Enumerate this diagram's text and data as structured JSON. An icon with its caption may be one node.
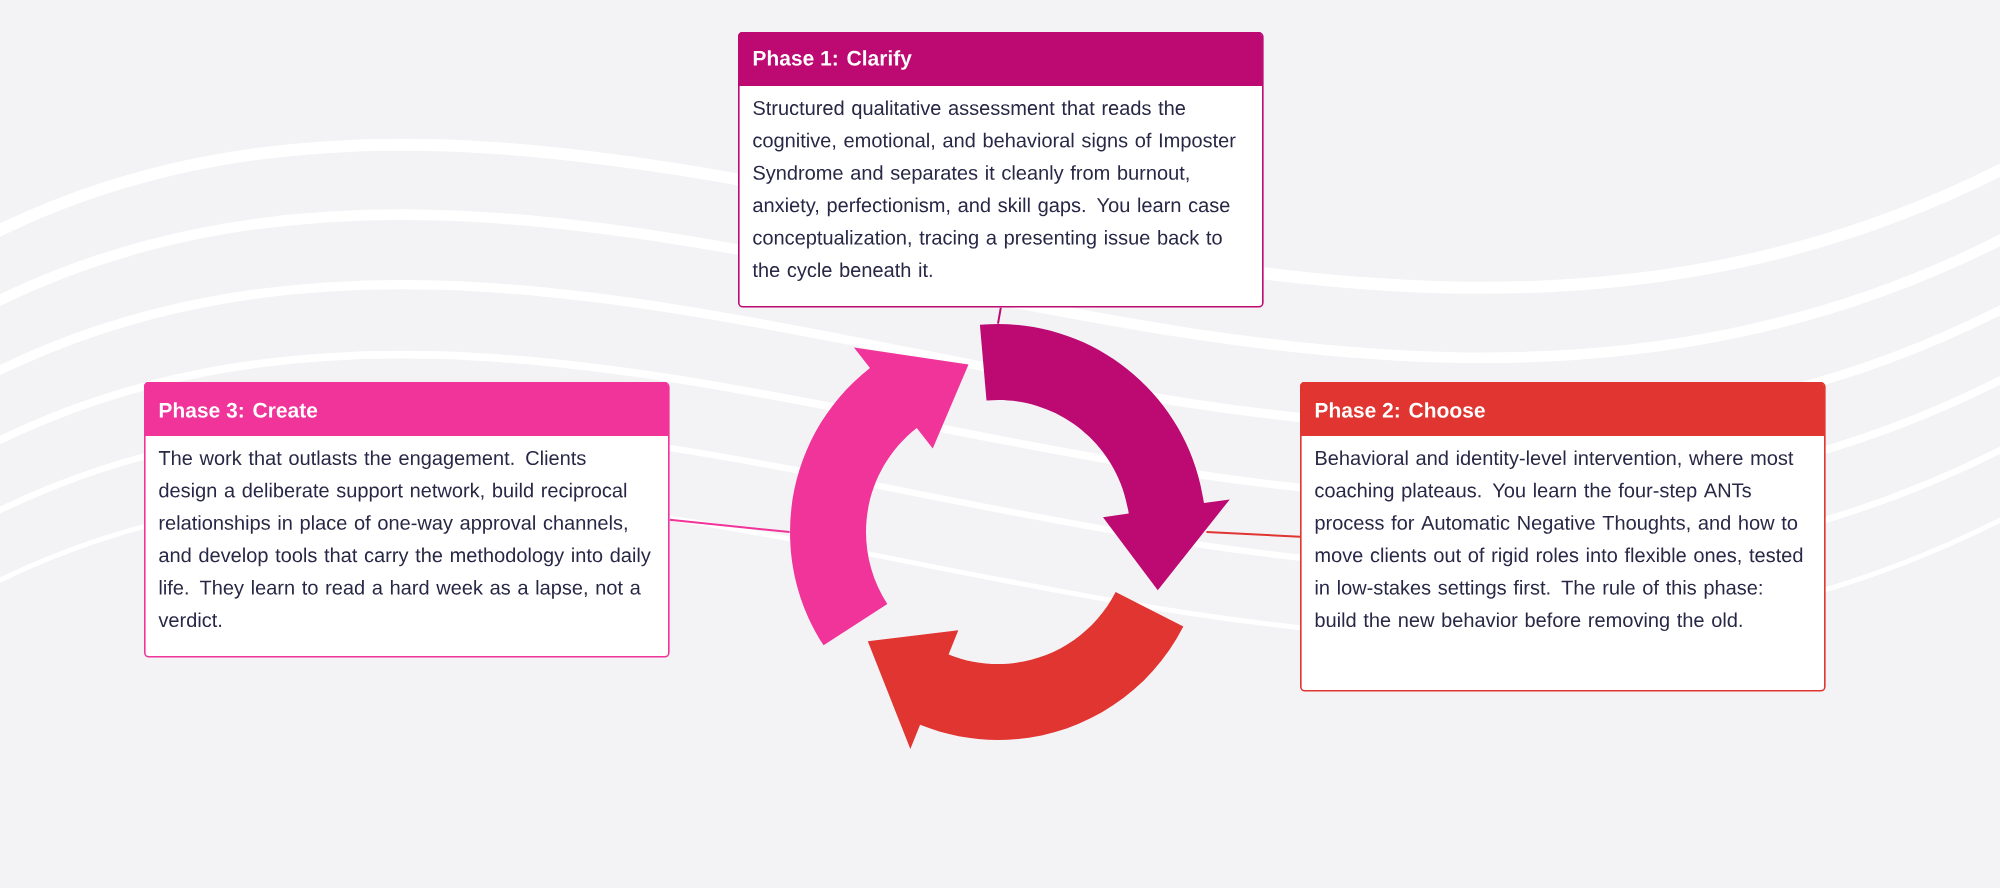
{
  "diagram": {
    "nodes": [
      {
        "text": [
          "Phase 1: Clarify",
          "Structured qualitative assessment that reads the cognitive, emotional, and behavioral signs of Imposter Syndrome and separates it cleanly from burnout, anxiety, perfectionism, and skill gaps. You learn case conceptualization, tracing a presenting issue back to the cycle beneath it."
        ]
      },
      {
        "text": [
          "Phase 3: Create",
          "The work that outlasts the engagement. Clients design a deliberate support network, build reciprocal relationships in place of one-way approval channels, and develop tools that carry the methodology into daily life. They learn to read a hard week as a lapse, not a verdict."
        ]
      },
      {
        "text": [
          "Phase 2: Choose",
          "Behavioral and identity-level intervention, where most coaching plateaus. You learn the four-step ANTs process for Automatic Negative Thoughts, and how to move clients out of rigid roles into flexible ones, tested in low-stakes settings first. The rule of this phase: build the new behavior before removing the old."
        ]
      },
      {
        "text": [],
        "shape": "circle"
      }
    ],
    "edges": [
      {
        "from": 0,
        "to": 3,
        "arrow": "none",
        "color": "#bc0a72"
      },
      {
        "from": 1,
        "to": 3,
        "arrow": "none",
        "color": "#f0349a"
      },
      {
        "from": 2,
        "to": 3,
        "arrow": "none",
        "color": "#e03530"
      }
    ]
  }
}
